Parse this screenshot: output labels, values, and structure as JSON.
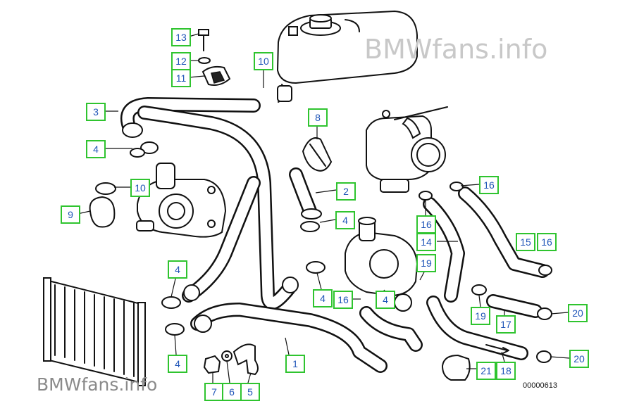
{
  "watermark_top": "BMWfans.info",
  "watermark_bottom": "BMWfans.info",
  "diagram_number": "00000613",
  "callouts": [
    {
      "id": "c13",
      "label": "13"
    },
    {
      "id": "c12",
      "label": "12"
    },
    {
      "id": "c11",
      "label": "11"
    },
    {
      "id": "c10a",
      "label": "10"
    },
    {
      "id": "c3",
      "label": "3"
    },
    {
      "id": "c4a",
      "label": "4"
    },
    {
      "id": "c10b",
      "label": "10"
    },
    {
      "id": "c9",
      "label": "9"
    },
    {
      "id": "c8",
      "label": "8"
    },
    {
      "id": "c2",
      "label": "2"
    },
    {
      "id": "c4b",
      "label": "4"
    },
    {
      "id": "c16a",
      "label": "16"
    },
    {
      "id": "c16b",
      "label": "16"
    },
    {
      "id": "c14",
      "label": "14"
    },
    {
      "id": "c15",
      "label": "15"
    },
    {
      "id": "c16c",
      "label": "16"
    },
    {
      "id": "c19a",
      "label": "19"
    },
    {
      "id": "c4c",
      "label": "4"
    },
    {
      "id": "c4d",
      "label": "4"
    },
    {
      "id": "c16d",
      "label": "16"
    },
    {
      "id": "c4e",
      "label": "4"
    },
    {
      "id": "c19b",
      "label": "19"
    },
    {
      "id": "c17",
      "label": "17"
    },
    {
      "id": "c20a",
      "label": "20"
    },
    {
      "id": "c4f",
      "label": "4"
    },
    {
      "id": "c1",
      "label": "1"
    },
    {
      "id": "c7",
      "label": "7"
    },
    {
      "id": "c6",
      "label": "6"
    },
    {
      "id": "c5",
      "label": "5"
    },
    {
      "id": "c21",
      "label": "21"
    },
    {
      "id": "c18",
      "label": "18"
    },
    {
      "id": "c20b",
      "label": "20"
    }
  ]
}
